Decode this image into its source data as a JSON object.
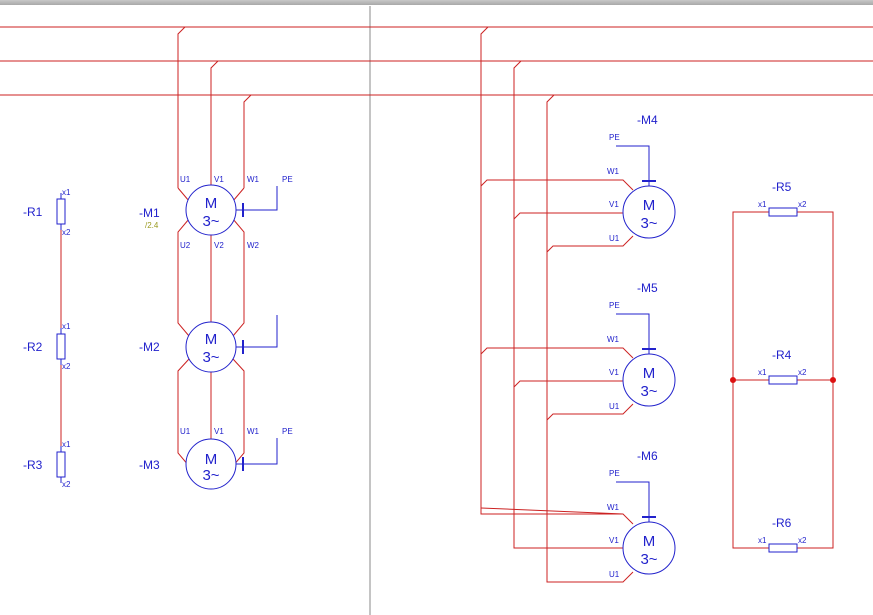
{
  "colors": {
    "wire": "#cc2222",
    "symbol": "#2222cc",
    "page_divider": "#8a8a8a",
    "junction": "#dd1111",
    "reference": "#9a9a20"
  },
  "pins": {
    "u1": "U1",
    "v1": "V1",
    "w1": "W1",
    "u2": "U2",
    "v2": "V2",
    "w2": "W2",
    "pe": "PE",
    "x1": "x1",
    "x2": "x2"
  },
  "motor_symbol": {
    "letter": "M",
    "phase": "3~"
  },
  "resistors": [
    {
      "tag": "-R1"
    },
    {
      "tag": "-R2"
    },
    {
      "tag": "-R3"
    },
    {
      "tag": "-R5"
    },
    {
      "tag": "-R4"
    },
    {
      "tag": "-R6"
    }
  ],
  "motors": [
    {
      "tag": "-M1",
      "reference": "/2.4"
    },
    {
      "tag": "-M2"
    },
    {
      "tag": "-M3"
    },
    {
      "tag": "-M4"
    },
    {
      "tag": "-M5"
    },
    {
      "tag": "-M6"
    }
  ]
}
